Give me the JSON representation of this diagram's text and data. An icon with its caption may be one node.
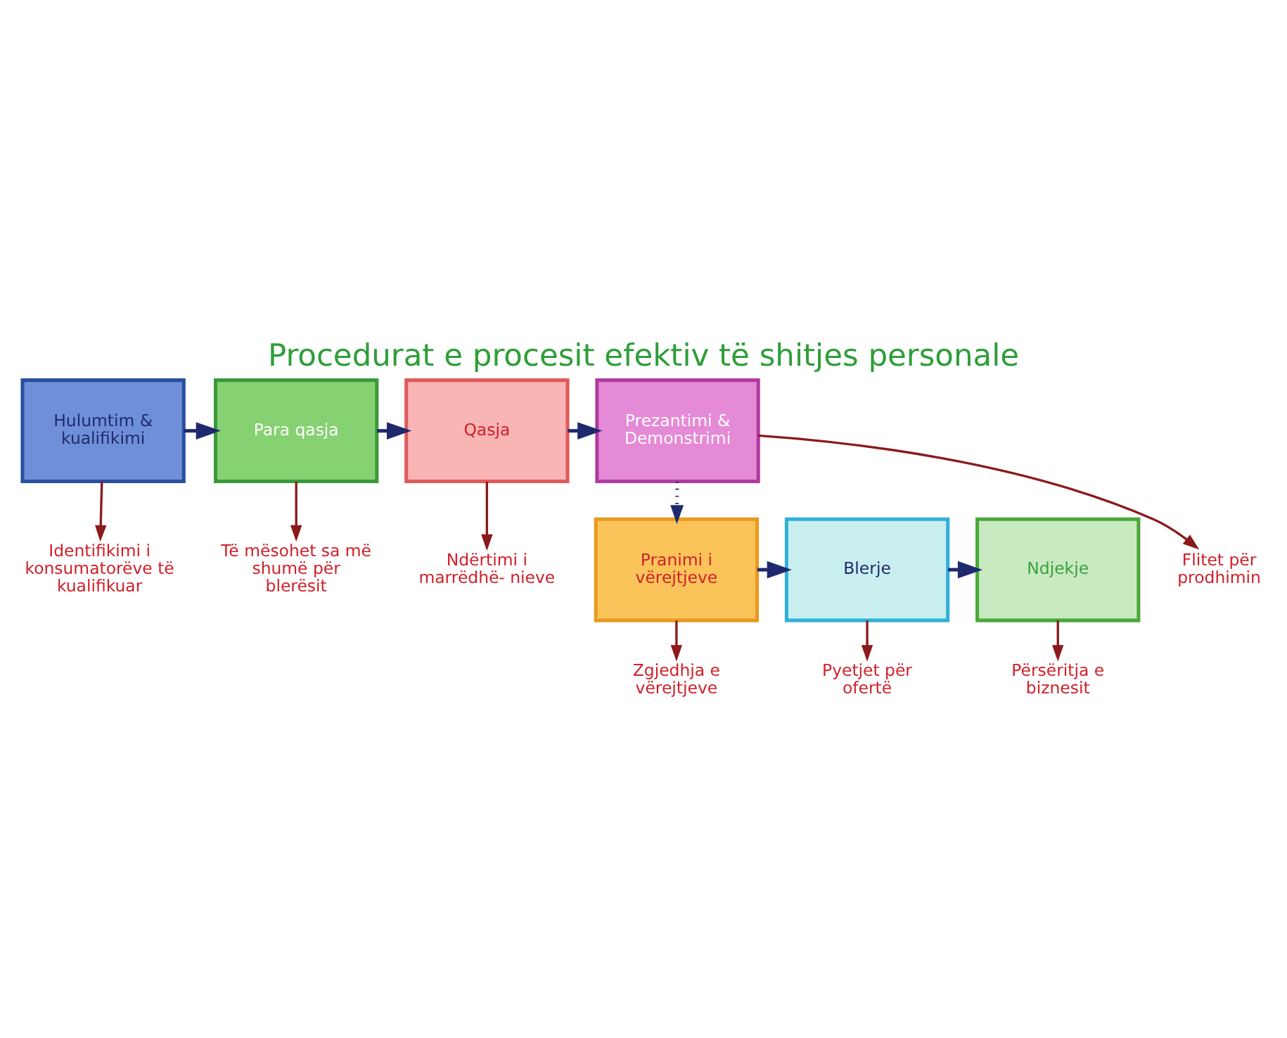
{
  "diagram": {
    "title": "Procedurat e procesit efektiv të shitjes personale",
    "nodes": [
      {
        "text": [
          "Hulumtim & kualifikimi"
        ]
      },
      {
        "text": [
          "Para qasja"
        ]
      },
      {
        "text": [
          "Qasja"
        ]
      },
      {
        "text": [
          "Prezantimi & Demonstrimi"
        ]
      },
      {
        "text": [
          "Pranimi i vërejtjeve"
        ]
      },
      {
        "text": [
          "Blerje"
        ]
      },
      {
        "text": [
          "Ndjekje"
        ]
      },
      {
        "text": [
          "Identifikimi i konsumatorëve të kualifikuar"
        ]
      },
      {
        "text": [
          "Të mësohet sa më shumë për blerësit"
        ]
      },
      {
        "text": [
          "Ndërtimi i marrëdhë- nieve"
        ]
      },
      {
        "text": [
          "Flitet për prodhimin"
        ]
      },
      {
        "text": [
          "Zgjedhja e vërejtjeve"
        ]
      },
      {
        "text": [
          "Pyetjet për ofertë"
        ]
      },
      {
        "text": [
          "Përsëritja e biznesit"
        ]
      }
    ],
    "edges": [
      {
        "from": 0,
        "to": 1,
        "arrow": "to",
        "color": "#1f2a6e"
      },
      {
        "from": 1,
        "to": 2,
        "arrow": "to",
        "color": "#1f2a6e"
      },
      {
        "from": 2,
        "to": 3,
        "arrow": "to",
        "color": "#1f2a6e"
      },
      {
        "from": 3,
        "to": 4,
        "arrow": "to",
        "style": "dashed",
        "color": "#1f2a6e"
      },
      {
        "from": 4,
        "to": 5,
        "arrow": "to",
        "color": "#1f2a6e"
      },
      {
        "from": 5,
        "to": 6,
        "arrow": "to",
        "color": "#1f2a6e"
      },
      {
        "from": 6,
        "to": 13,
        "arrow": "to"
      },
      {
        "from": 0,
        "to": 7,
        "arrow": "to"
      },
      {
        "from": 1,
        "to": 8,
        "arrow": "to"
      },
      {
        "from": 2,
        "to": 9,
        "arrow": "to"
      },
      {
        "from": 3,
        "to": 10,
        "arrow": "to"
      },
      {
        "from": 4,
        "to": 11,
        "arrow": "to"
      },
      {
        "from": 5,
        "to": 12,
        "arrow": "to"
      }
    ]
  }
}
